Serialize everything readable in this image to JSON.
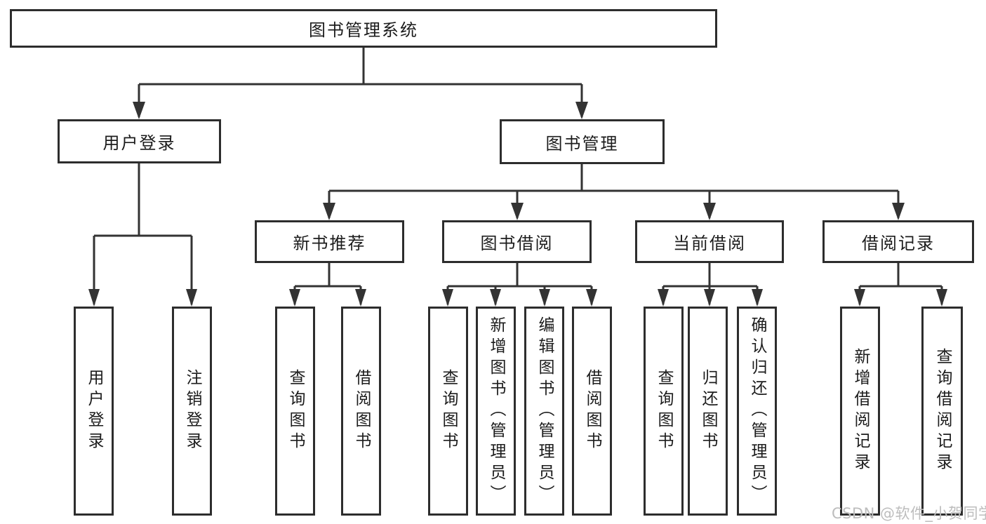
{
  "diagram": {
    "title": "图书管理系统",
    "level2": [
      {
        "label": "用户登录"
      },
      {
        "label": "图书管理"
      }
    ],
    "level3": [
      {
        "label": "新书推荐",
        "parent": "图书管理"
      },
      {
        "label": "图书借阅",
        "parent": "图书管理"
      },
      {
        "label": "当前借阅",
        "parent": "图书管理"
      },
      {
        "label": "借阅记录",
        "parent": "图书管理"
      }
    ],
    "leaves": [
      {
        "label": "用户登录",
        "parent": "用户登录"
      },
      {
        "label": "注销登录",
        "parent": "用户登录"
      },
      {
        "label": "查询图书",
        "parent": "新书推荐"
      },
      {
        "label": "借阅图书",
        "parent": "新书推荐"
      },
      {
        "label": "查询图书",
        "parent": "图书借阅"
      },
      {
        "label": "新增图书（管理员）",
        "parent": "图书借阅"
      },
      {
        "label": "编辑图书（管理员）",
        "parent": "图书借阅"
      },
      {
        "label": "借阅图书",
        "parent": "图书借阅"
      },
      {
        "label": "查询图书",
        "parent": "当前借阅"
      },
      {
        "label": "归还图书",
        "parent": "当前借阅"
      },
      {
        "label": "确认归还（管理员）",
        "parent": "当前借阅"
      },
      {
        "label": "新增借阅记录",
        "parent": "借阅记录"
      },
      {
        "label": "查询借阅记录",
        "parent": "借阅记录"
      }
    ],
    "colors": {
      "line": "#333333",
      "box_border": "#2d2d2d",
      "text": "#1c1c1c",
      "background": "#ffffff",
      "watermark_text": "#bdbdbd"
    }
  },
  "watermark": {
    "text": "CSDN @软件_小贺同学"
  }
}
